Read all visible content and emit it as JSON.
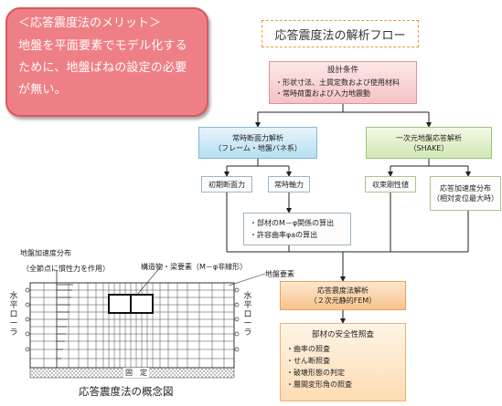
{
  "merit": {
    "title": "＜応答震度法のメリット＞",
    "body": "地盤を平面要素でモデル化するために、地盤ばねの設定の必要が無い。"
  },
  "flow": {
    "title": "応答震度法の解析フロー",
    "design_conditions": {
      "title": "設計条件",
      "items": [
        "・形状寸法、土質定数および使用材料",
        "・常時荷重および入力地震動"
      ]
    },
    "static_analysis": {
      "line1": "常時断面力解析",
      "line2": "（フレーム・地盤バネ系）"
    },
    "ground_response": {
      "line1": "一次元地盤応答解析",
      "line2": "（SHAKE）"
    },
    "initial_force": "初期断面力",
    "static_axial": "常時軸力",
    "converged_stiffness": "収束剛性値",
    "response_accel": {
      "line1": "応答加速度分布",
      "line2": "（相対変位最大時）"
    },
    "member_calc": {
      "items": [
        "・部材のM－φ関係の算出",
        "・許容曲率φaの算出"
      ]
    },
    "seismic_analysis": {
      "line1": "応答震度法解析",
      "line2": "（２次元静的FEM）"
    },
    "safety_check": {
      "title": "部材の安全性照査",
      "items": [
        "・曲率の照査",
        "・せん断照査",
        "・破壊形態の判定",
        "・層間変形角の照査"
      ]
    }
  },
  "model": {
    "accel_label_1": "地盤加速度分布",
    "accel_label_2": "（全節点に慣性力を作用）",
    "structure_label": "構造物・梁要素（M－φ非線形）",
    "ground_element_label": "地盤要素",
    "left_roller": "水平ローラ",
    "right_roller": "水平ローラ",
    "fixed_label": "固　定",
    "concept_title": "応答震度法の概念図"
  }
}
